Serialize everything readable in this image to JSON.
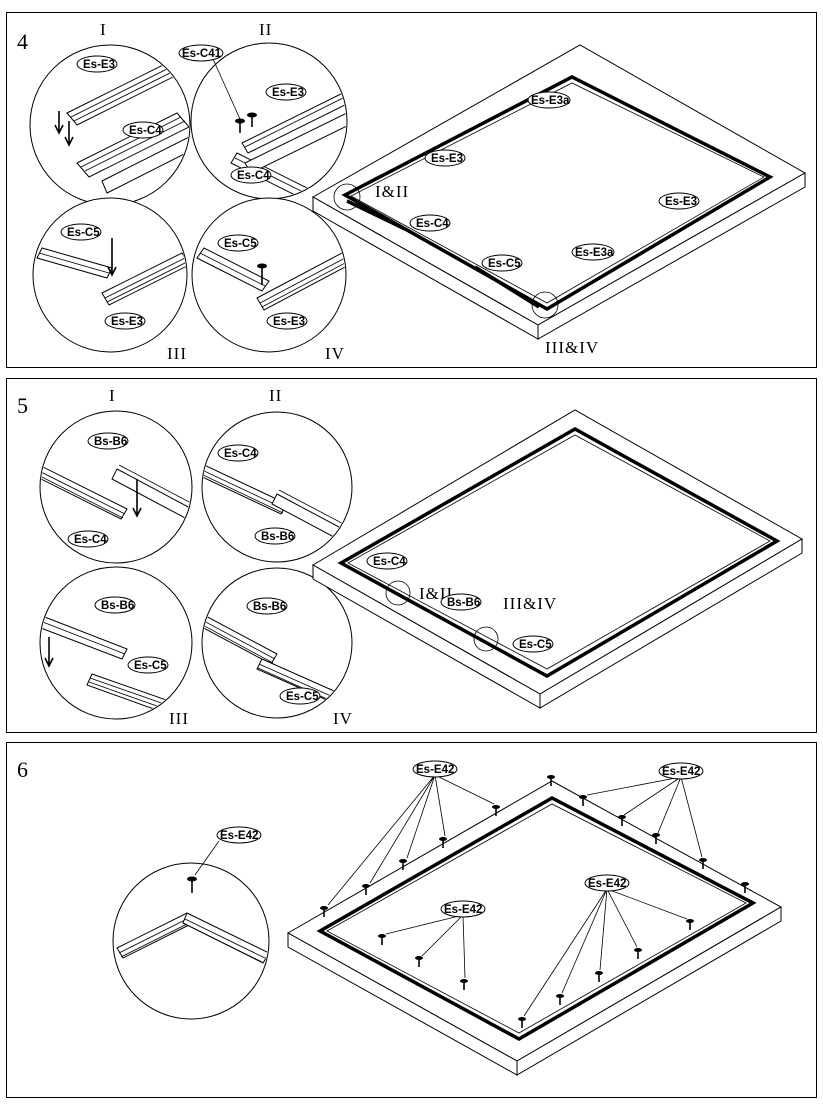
{
  "step4": {
    "number": "4",
    "detail_labels": [
      "I",
      "II",
      "III",
      "IV"
    ],
    "callouts": [
      "I&II",
      "III&IV"
    ],
    "parts": {
      "d1_a": "Es-E3",
      "d1_b": "Es-C4",
      "d2_screw": "Es-C41",
      "d2_a": "Es-E3",
      "d2_b": "Es-C4",
      "d3_a": "Es-C5",
      "d3_b": "Es-E3",
      "d4_a": "Es-C5",
      "d4_b": "Es-E3",
      "main_top": "Es-E3a",
      "main_left": "Es-E3",
      "main_right": "Es-E3",
      "main_c4": "Es-C4",
      "main_c5": "Es-C5",
      "main_bottom": "Es-E3a"
    }
  },
  "step5": {
    "number": "5",
    "detail_labels": [
      "I",
      "II",
      "III",
      "IV"
    ],
    "callouts": [
      "I&II",
      "III&IV"
    ],
    "parts": {
      "d1_a": "Bs-B6",
      "d1_b": "Es-C4",
      "d2_a": "Es-C4",
      "d2_b": "Bs-B6",
      "d3_a": "Bs-B6",
      "d3_b": "Es-C5",
      "d4_a": "Bs-B6",
      "d4_b": "Es-C5",
      "main_c4": "Es-C4",
      "main_b6": "Bs-B6",
      "main_c5": "Es-C5"
    }
  },
  "step6": {
    "number": "6",
    "parts": {
      "detail": "Es-E42",
      "top_left": "Es-E42",
      "top_right": "Es-E42",
      "inner_left": "Es-E42",
      "inner_right": "Es-E42"
    }
  }
}
